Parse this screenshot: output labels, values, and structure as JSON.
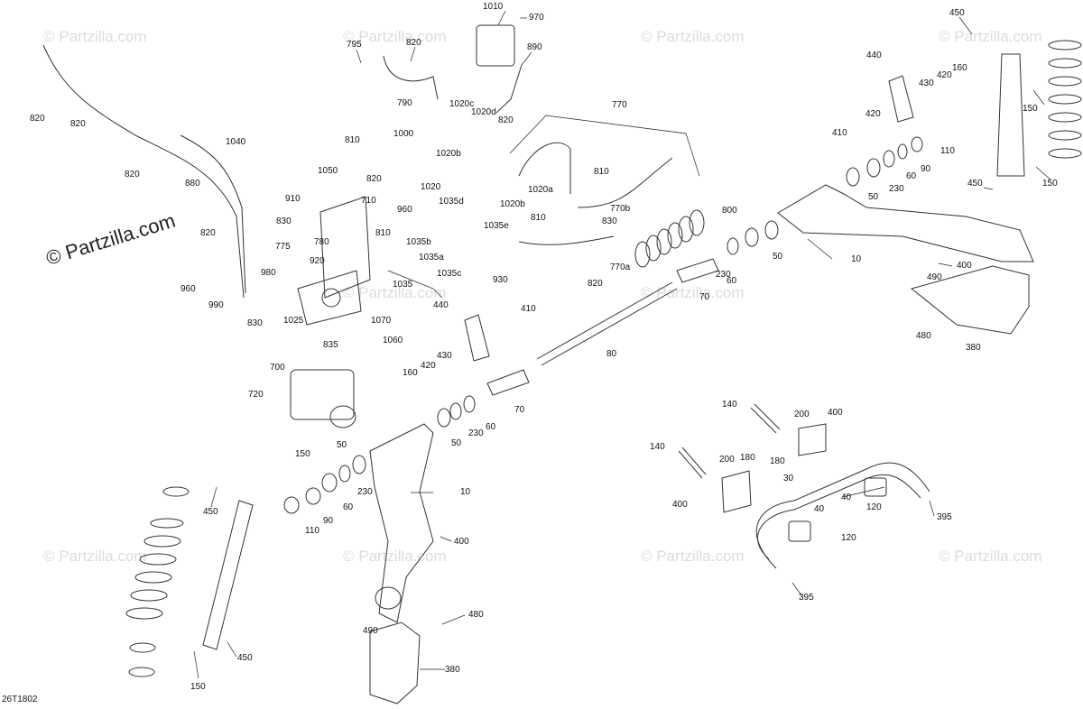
{
  "diagram": {
    "watermark_text": "© Partzilla.com",
    "brand_mark": "© Partzilla.com",
    "drawing_code": "26T1802",
    "callouts": [
      {
        "id": "c1",
        "text": "1010"
      },
      {
        "id": "c2",
        "text": "970"
      },
      {
        "id": "c3",
        "text": "820"
      },
      {
        "id": "c4",
        "text": "795"
      },
      {
        "id": "c5",
        "text": "890"
      },
      {
        "id": "c6",
        "text": "790"
      },
      {
        "id": "c7",
        "text": "1020c"
      },
      {
        "id": "c8",
        "text": "1020d"
      },
      {
        "id": "c9",
        "text": "820"
      },
      {
        "id": "c10",
        "text": "770"
      },
      {
        "id": "c11",
        "text": "450"
      },
      {
        "id": "c12",
        "text": "440"
      },
      {
        "id": "c13",
        "text": "160"
      },
      {
        "id": "c14",
        "text": "420"
      },
      {
        "id": "c15",
        "text": "430"
      },
      {
        "id": "c16",
        "text": "420"
      },
      {
        "id": "c17",
        "text": "150"
      },
      {
        "id": "c18",
        "text": "410"
      },
      {
        "id": "c19",
        "text": "110"
      },
      {
        "id": "c20",
        "text": "90"
      },
      {
        "id": "c21",
        "text": "60"
      },
      {
        "id": "c22",
        "text": "230"
      },
      {
        "id": "c23",
        "text": "50"
      },
      {
        "id": "c24",
        "text": "450"
      },
      {
        "id": "c25",
        "text": "150"
      },
      {
        "id": "c26",
        "text": "820"
      },
      {
        "id": "c27",
        "text": "820"
      },
      {
        "id": "c28",
        "text": "810"
      },
      {
        "id": "c29",
        "text": "1040"
      },
      {
        "id": "c30",
        "text": "1000"
      },
      {
        "id": "c31",
        "text": "1050"
      },
      {
        "id": "c32",
        "text": "820"
      },
      {
        "id": "c33",
        "text": "1020b"
      },
      {
        "id": "c34",
        "text": "1020a"
      },
      {
        "id": "c35",
        "text": "1020b"
      },
      {
        "id": "c36",
        "text": "810"
      },
      {
        "id": "c37",
        "text": "770b"
      },
      {
        "id": "c38",
        "text": "820"
      },
      {
        "id": "c39",
        "text": "880"
      },
      {
        "id": "c40",
        "text": "910"
      },
      {
        "id": "c41",
        "text": "710"
      },
      {
        "id": "c42",
        "text": "960"
      },
      {
        "id": "c43",
        "text": "1020"
      },
      {
        "id": "c44",
        "text": "1035d"
      },
      {
        "id": "c45",
        "text": "810"
      },
      {
        "id": "c46",
        "text": "830"
      },
      {
        "id": "c47",
        "text": "800"
      },
      {
        "id": "c48",
        "text": "830"
      },
      {
        "id": "c49",
        "text": "1035e"
      },
      {
        "id": "c50",
        "text": "820"
      },
      {
        "id": "c51",
        "text": "775"
      },
      {
        "id": "c52",
        "text": "780"
      },
      {
        "id": "c53",
        "text": "810"
      },
      {
        "id": "c54",
        "text": "1035b"
      },
      {
        "id": "c55",
        "text": "1035a"
      },
      {
        "id": "c56",
        "text": "770a"
      },
      {
        "id": "c57",
        "text": "50"
      },
      {
        "id": "c58",
        "text": "10"
      },
      {
        "id": "c59",
        "text": "400"
      },
      {
        "id": "c60",
        "text": "920"
      },
      {
        "id": "c61",
        "text": "980"
      },
      {
        "id": "c62",
        "text": "1035c"
      },
      {
        "id": "c63",
        "text": "230"
      },
      {
        "id": "c64",
        "text": "820"
      },
      {
        "id": "c65",
        "text": "490"
      },
      {
        "id": "c66",
        "text": "960"
      },
      {
        "id": "c67",
        "text": "1035"
      },
      {
        "id": "c68",
        "text": "930"
      },
      {
        "id": "c69",
        "text": "60"
      },
      {
        "id": "c70",
        "text": "70"
      },
      {
        "id": "c71",
        "text": "990"
      },
      {
        "id": "c72",
        "text": "830"
      },
      {
        "id": "c73",
        "text": "1025"
      },
      {
        "id": "c74",
        "text": "440"
      },
      {
        "id": "c75",
        "text": "410"
      },
      {
        "id": "c76",
        "text": "1070"
      },
      {
        "id": "c77",
        "text": "480"
      },
      {
        "id": "c78",
        "text": "380"
      },
      {
        "id": "c79",
        "text": "835"
      },
      {
        "id": "c80",
        "text": "1060"
      },
      {
        "id": "c81",
        "text": "80"
      },
      {
        "id": "c82",
        "text": "430"
      },
      {
        "id": "c83",
        "text": "420"
      },
      {
        "id": "c84",
        "text": "160"
      },
      {
        "id": "c85",
        "text": "700"
      },
      {
        "id": "c86",
        "text": "70"
      },
      {
        "id": "c87",
        "text": "720"
      },
      {
        "id": "c88",
        "text": "60"
      },
      {
        "id": "c89",
        "text": "140"
      },
      {
        "id": "c90",
        "text": "200"
      },
      {
        "id": "c91",
        "text": "400"
      },
      {
        "id": "c92",
        "text": "50"
      },
      {
        "id": "c93",
        "text": "230"
      },
      {
        "id": "c94",
        "text": "180"
      },
      {
        "id": "c95",
        "text": "50"
      },
      {
        "id": "c96",
        "text": "140"
      },
      {
        "id": "c97",
        "text": "200"
      },
      {
        "id": "c98",
        "text": "180"
      },
      {
        "id": "c99",
        "text": "30"
      },
      {
        "id": "c100",
        "text": "150"
      },
      {
        "id": "c101",
        "text": "230"
      },
      {
        "id": "c102",
        "text": "10"
      },
      {
        "id": "c103",
        "text": "40"
      },
      {
        "id": "c104",
        "text": "450"
      },
      {
        "id": "c105",
        "text": "60"
      },
      {
        "id": "c106",
        "text": "90"
      },
      {
        "id": "c107",
        "text": "400"
      },
      {
        "id": "c108",
        "text": "120"
      },
      {
        "id": "c109",
        "text": "395"
      },
      {
        "id": "c110",
        "text": "110"
      },
      {
        "id": "c111",
        "text": "400"
      },
      {
        "id": "c112",
        "text": "40"
      },
      {
        "id": "c113",
        "text": "120"
      },
      {
        "id": "c114",
        "text": "395"
      },
      {
        "id": "c115",
        "text": "480"
      },
      {
        "id": "c116",
        "text": "490"
      },
      {
        "id": "c117",
        "text": "450"
      },
      {
        "id": "c118",
        "text": "380"
      },
      {
        "id": "c119",
        "text": "150"
      }
    ]
  }
}
